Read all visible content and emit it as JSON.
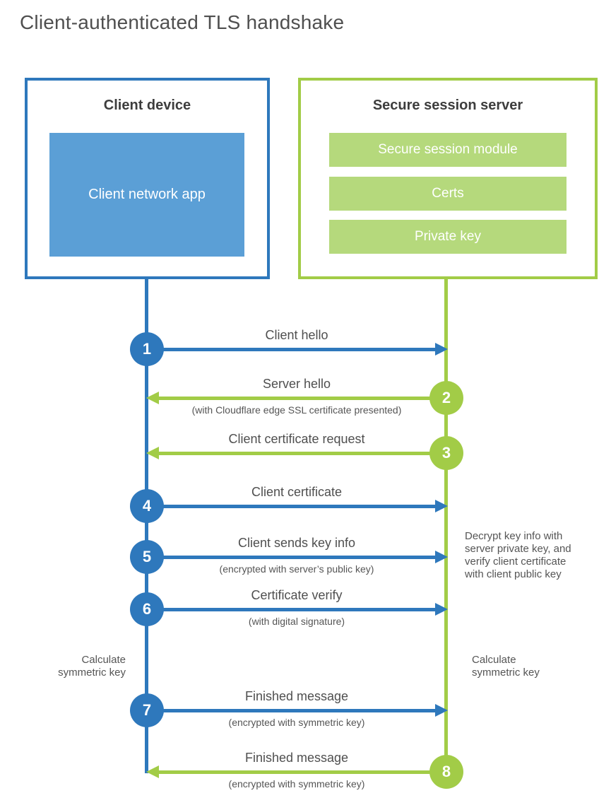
{
  "title": "Client-authenticated TLS handshake",
  "colors": {
    "client_blue": "#2e78bc",
    "client_fill_blue": "#5b9fd6",
    "server_green": "#a2cc47",
    "server_fill_green": "#b5d97c",
    "heading_text": "#3d3d3d",
    "label_text": "#4f4f4f",
    "note_text": "#555555"
  },
  "client": {
    "heading": "Client device",
    "app_label": "Client network app"
  },
  "server": {
    "heading": "Secure session server",
    "modules": [
      "Secure session module",
      "Certs",
      "Private key"
    ]
  },
  "messages": [
    {
      "num": "1",
      "label": "Client hello",
      "direction": "client-to-server"
    },
    {
      "num": "2",
      "label": "Server hello",
      "subtitle": "(with Cloudflare edge SSL certificate presented)",
      "direction": "server-to-client"
    },
    {
      "num": "3",
      "label": "Client certificate request",
      "direction": "server-to-client"
    },
    {
      "num": "4",
      "label": "Client certificate",
      "direction": "client-to-server"
    },
    {
      "num": "5",
      "label": "Client sends key info",
      "subtitle": "(encrypted with server’s public key)",
      "direction": "client-to-server"
    },
    {
      "num": "6",
      "label": "Certificate verify",
      "subtitle": "(with digital signature)",
      "direction": "client-to-server"
    },
    {
      "num": "7",
      "label": "Finished message",
      "subtitle": "(encrypted with symmetric key)",
      "direction": "client-to-server"
    },
    {
      "num": "8",
      "label": "Finished message",
      "subtitle": "(encrypted with symmetric key)",
      "direction": "server-to-client"
    }
  ],
  "notes": {
    "decrypt": "Decrypt key info with server private key, and verify client certificate with client public key",
    "calc_left": "Calculate symmetric key",
    "calc_right": "Calculate symmetric key"
  }
}
